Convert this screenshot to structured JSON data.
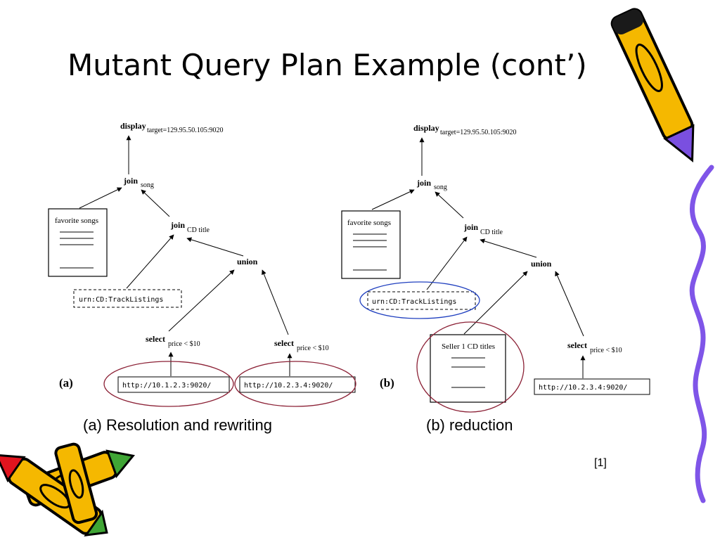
{
  "slide": {
    "title": "Mutant Query Plan Example (cont’)",
    "reference": "[1]"
  },
  "diagram_a": {
    "panel_label": "(a)",
    "caption": "(a) Resolution and rewriting",
    "display": {
      "op": "display",
      "sub": "target=129.95.50.105:9020"
    },
    "join_top": {
      "op": "join",
      "sub": "song"
    },
    "favorite_box": {
      "title": "favorite songs"
    },
    "join_cd": {
      "op": "join",
      "sub": "CD title"
    },
    "trackListings": "urn:CD:TrackListings",
    "union": {
      "op": "union"
    },
    "select_left": {
      "op": "select",
      "sub": "price < $10"
    },
    "select_right": {
      "op": "select",
      "sub": "price < $10"
    },
    "url_left": "http://10.1.2.3:9020/",
    "url_right": "http://10.2.3.4:9020/"
  },
  "diagram_b": {
    "panel_label": "(b)",
    "caption": "(b) reduction",
    "display": {
      "op": "display",
      "sub": "target=129.95.50.105:9020"
    },
    "join_top": {
      "op": "join",
      "sub": "song"
    },
    "favorite_box": {
      "title": "favorite songs"
    },
    "join_cd": {
      "op": "join",
      "sub": "CD title"
    },
    "trackListings": "urn:CD:TrackListings",
    "union": {
      "op": "union"
    },
    "seller_box": {
      "title": "Seller 1 CD titles"
    },
    "select_right": {
      "op": "select",
      "sub": "price < $10"
    },
    "url_right": "http://10.2.3.4:9020/"
  },
  "colors": {
    "highlight_red_ellipse": "#8b2035",
    "highlight_blue_ellipse": "#1f3fbf",
    "crayon_body": "#f5b800",
    "crayon_outline": "#000000",
    "crayon_purple": "#7a4fe0",
    "crayon_red": "#e0141e",
    "crayon_green": "#3fa535",
    "squiggle": "#7f55e8"
  }
}
